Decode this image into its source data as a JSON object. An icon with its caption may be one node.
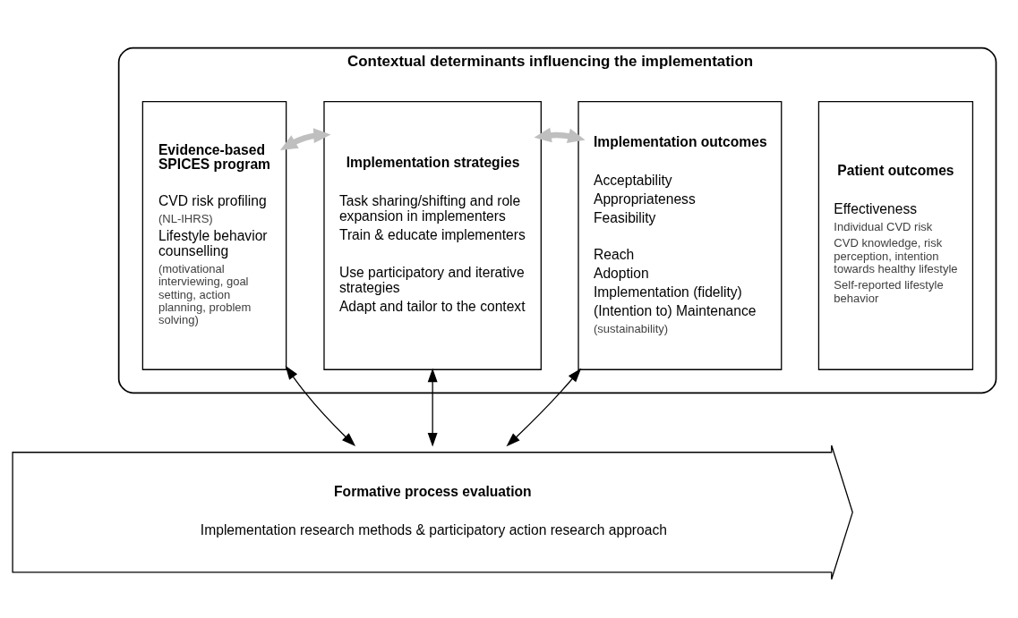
{
  "diagram": {
    "nodes": [
      {
        "text": [
          "Contextual determinants influencing the implementation"
        ]
      },
      {
        "text": [
          "Evidence-based SPICES program",
          "CVD risk profiling",
          "(NL-IHRS)",
          "Lifestyle behavior counselling",
          "(motivational interviewing, goal setting, action planning, problem solving)"
        ],
        "in": 0
      },
      {
        "text": [
          "Implementation strategies",
          "Task sharing/shifting and role expansion in implementers",
          "Train & educate implementers",
          "Use participatory and iterative strategies",
          "Adapt and tailor to the context"
        ],
        "in": 0
      },
      {
        "text": [
          "Implementation outcomes",
          "Acceptability",
          "Appropriateness",
          "Feasibility",
          "Reach",
          "Adoption",
          "Implementation (fidelity)",
          "(Intention to) Maintenance",
          "(sustainability)"
        ],
        "in": 0
      },
      {
        "text": [
          "Patient outcomes",
          "Effectiveness",
          "Individual CVD risk",
          "CVD knowledge, risk perception, intention towards healthy lifestyle",
          "Self-reported lifestyle behavior"
        ],
        "in": 0
      },
      {
        "text": [
          "Formative process evaluation",
          "Implementation research methods & participatory action research approach"
        ]
      }
    ],
    "edges": [
      {
        "from": 1,
        "to": 2,
        "arrow": "both",
        "style": "thick",
        "color": "#bfbfbf"
      },
      {
        "from": 2,
        "to": 3,
        "arrow": "both",
        "style": "thick",
        "color": "#bfbfbf"
      },
      {
        "from": 1,
        "to": 5,
        "arrow": "both"
      },
      {
        "from": 2,
        "to": 5,
        "arrow": "both"
      },
      {
        "from": 3,
        "to": 5,
        "arrow": "both"
      }
    ]
  }
}
